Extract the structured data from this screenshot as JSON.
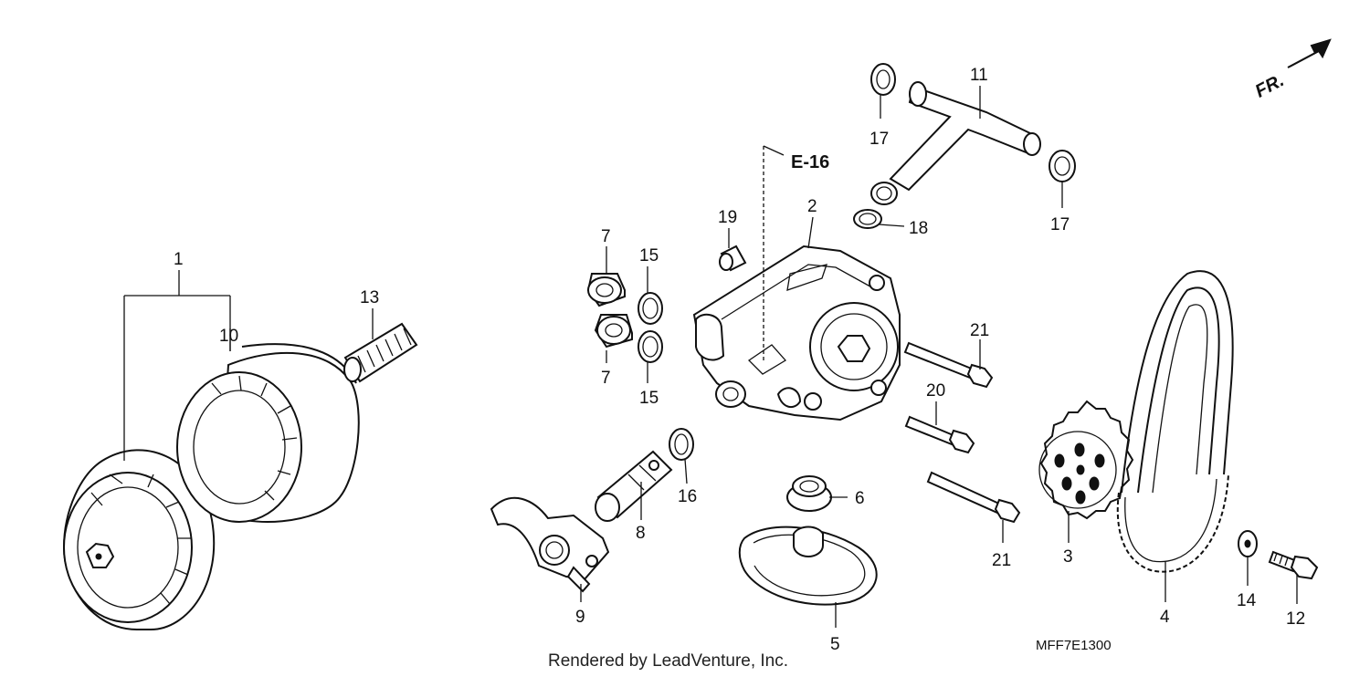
{
  "diagram": {
    "callouts": [
      {
        "id": "c1",
        "label": "1"
      },
      {
        "id": "c10",
        "label": "10"
      },
      {
        "id": "c13",
        "label": "13"
      },
      {
        "id": "c7a",
        "label": "7"
      },
      {
        "id": "c7b",
        "label": "7"
      },
      {
        "id": "c15a",
        "label": "15"
      },
      {
        "id": "c15b",
        "label": "15"
      },
      {
        "id": "c19",
        "label": "19"
      },
      {
        "id": "c2",
        "label": "2"
      },
      {
        "id": "c11",
        "label": "11"
      },
      {
        "id": "c17a",
        "label": "17"
      },
      {
        "id": "c17b",
        "label": "17"
      },
      {
        "id": "c18",
        "label": "18"
      },
      {
        "id": "c21a",
        "label": "21"
      },
      {
        "id": "c20",
        "label": "20"
      },
      {
        "id": "c21b",
        "label": "21"
      },
      {
        "id": "c16",
        "label": "16"
      },
      {
        "id": "c8",
        "label": "8"
      },
      {
        "id": "c9",
        "label": "9"
      },
      {
        "id": "c6",
        "label": "6"
      },
      {
        "id": "c5",
        "label": "5"
      },
      {
        "id": "c3",
        "label": "3"
      },
      {
        "id": "c4",
        "label": "4"
      },
      {
        "id": "c14",
        "label": "14"
      },
      {
        "id": "c12",
        "label": "12"
      }
    ],
    "reference": "E-16",
    "front_marker": "FR.",
    "diagram_code": "MFF7E1300",
    "credit": "Rendered by LeadVenture, Inc."
  }
}
